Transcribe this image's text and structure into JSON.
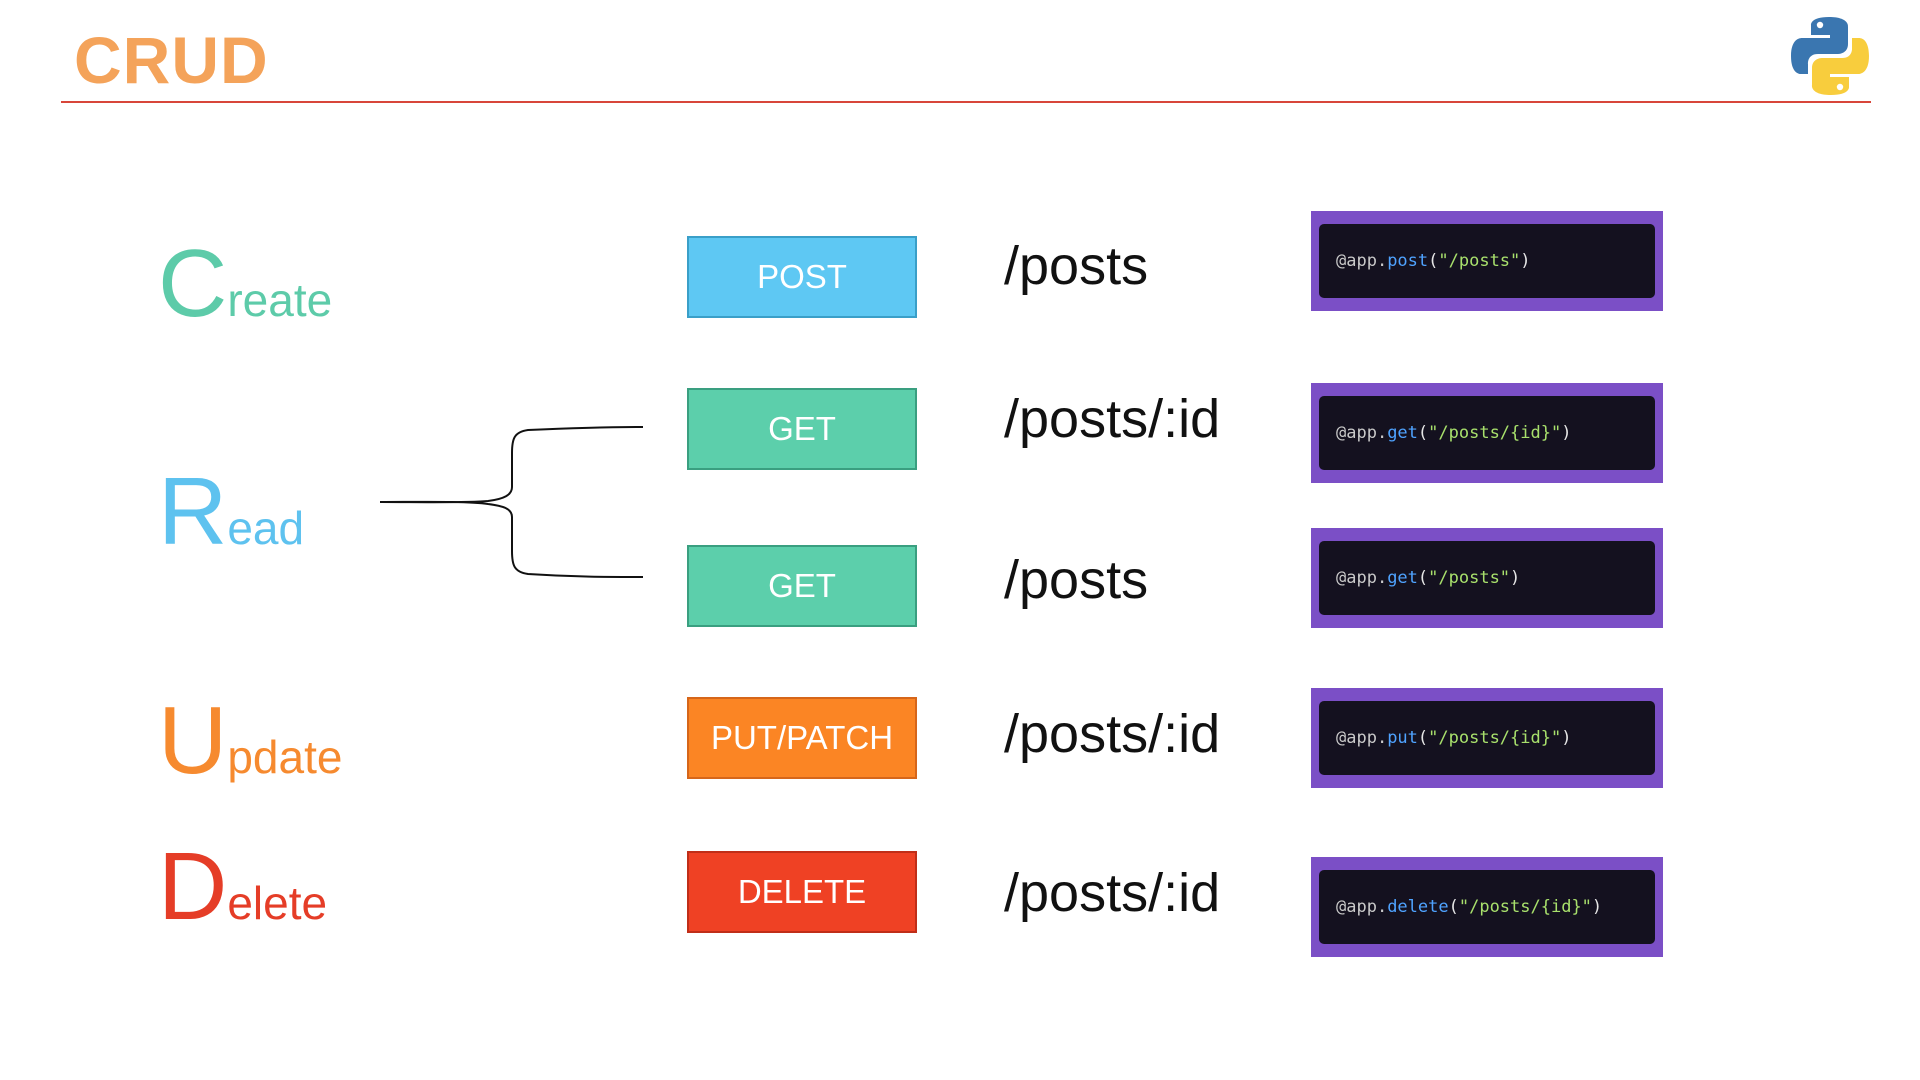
{
  "title": "CRUD",
  "colors": {
    "title": "#f4a35a",
    "rule": "#d8463a",
    "create": "#5dcba9",
    "read": "#5ec2ef",
    "update": "#f68a2f",
    "delete": "#e53d27",
    "post": "#5ec8f3",
    "get": "#5ccfab",
    "putpatch": "#fb8524",
    "delete_btn": "#ef4124",
    "code_frame": "#7b4fc6",
    "code_bg": "#14111f"
  },
  "logo_icon": "python-logo",
  "operations": [
    {
      "initial": "C",
      "rest": "reate"
    },
    {
      "initial": "R",
      "rest": "ead"
    },
    {
      "initial": "U",
      "rest": "pdate"
    },
    {
      "initial": "D",
      "rest": "elete"
    }
  ],
  "rows": [
    {
      "method": "POST",
      "path": "/posts",
      "code": {
        "decorator": "@app.",
        "fn": "post",
        "open": "(",
        "str": "\"/posts\"",
        "close": ")"
      }
    },
    {
      "method": "GET",
      "path": "/posts/:id",
      "code": {
        "decorator": "@app.",
        "fn": "get",
        "open": "(",
        "str": "\"/posts/{id}\"",
        "close": ")"
      }
    },
    {
      "method": "GET",
      "path": "/posts",
      "code": {
        "decorator": "@app.",
        "fn": "get",
        "open": "(",
        "str": "\"/posts\"",
        "close": ")"
      }
    },
    {
      "method": "PUT/PATCH",
      "path": "/posts/:id",
      "code": {
        "decorator": "@app.",
        "fn": "put",
        "open": "(",
        "str": "\"/posts/{id}\"",
        "close": ")"
      }
    },
    {
      "method": "DELETE",
      "path": "/posts/:id",
      "code": {
        "decorator": "@app.",
        "fn": "delete",
        "open": "(",
        "str": "\"/posts/{id}\"",
        "close": ")"
      }
    }
  ]
}
